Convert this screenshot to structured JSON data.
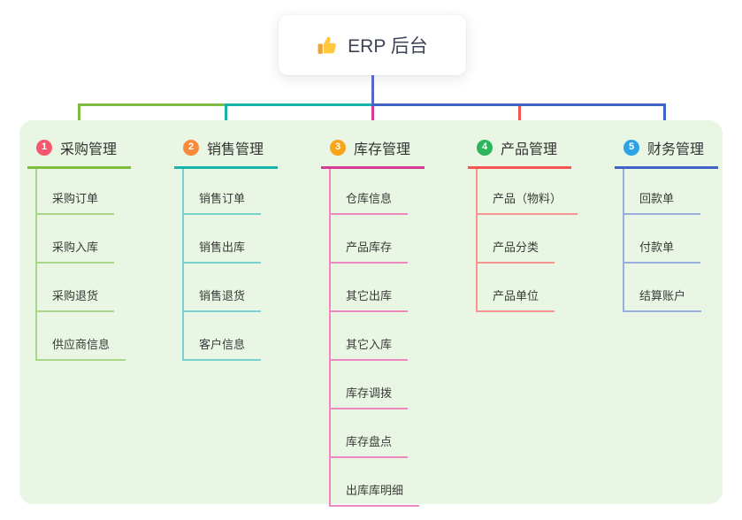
{
  "root": {
    "title": "ERP 后台",
    "icon": "thumbs-up-icon"
  },
  "colors": {
    "stem": "#5667C9",
    "panel_bg": "#E9F6E3",
    "icon_yellow": "#FFC83D",
    "icon_yellow_dark": "#EDA338"
  },
  "branches": [
    {
      "num": "1",
      "label": "采购管理",
      "badge_color": "#F4576E",
      "line_color": "#7FBC42",
      "child_line_color": "#A9D689",
      "children": [
        "采购订单",
        "采购入库",
        "采购退货",
        "供应商信息"
      ]
    },
    {
      "num": "2",
      "label": "销售管理",
      "badge_color": "#F9893B",
      "line_color": "#16B3AB",
      "child_line_color": "#7AD2CC",
      "children": [
        "销售订单",
        "销售出库",
        "销售退货",
        "客户信息"
      ]
    },
    {
      "num": "3",
      "label": "库存管理",
      "badge_color": "#F9A51A",
      "line_color": "#D63C96",
      "child_line_color": "#EC87C0",
      "children": [
        "仓库信息",
        "产品库存",
        "其它出库",
        "其它入库",
        "库存调拨",
        "库存盘点",
        "出库库明细"
      ]
    },
    {
      "num": "4",
      "label": "产品管理",
      "badge_color": "#2EB45D",
      "line_color": "#F4534E",
      "child_line_color": "#F8948F",
      "children": [
        "产品（物料）",
        "产品分类",
        "产品单位"
      ]
    },
    {
      "num": "5",
      "label": "财务管理",
      "badge_color": "#2BA3E6",
      "line_color": "#4263C6",
      "child_line_color": "#9AAEDE",
      "children": [
        "回款单",
        "付款单",
        "结算账户"
      ]
    }
  ]
}
